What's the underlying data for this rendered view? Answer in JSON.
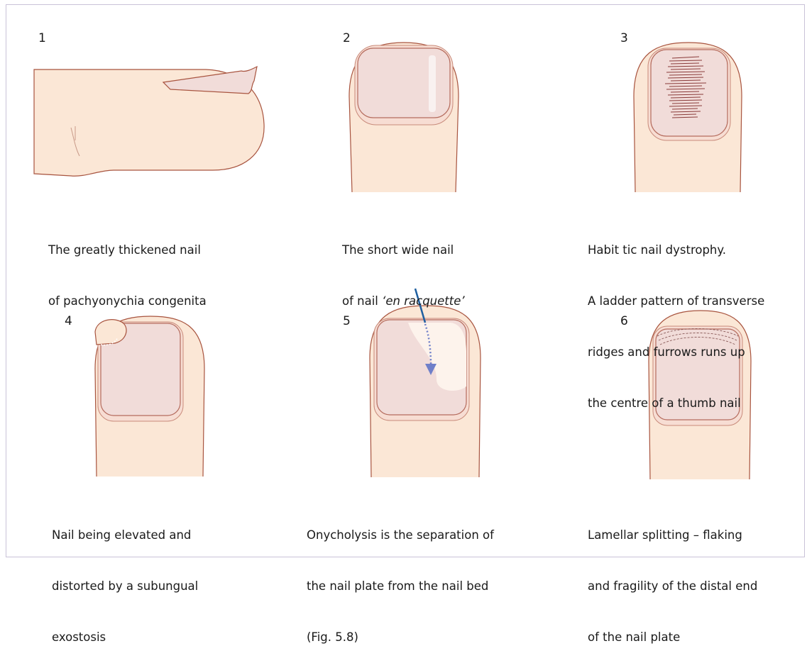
{
  "panels": [
    {
      "number": "1",
      "caption": [
        "The greatly thickened nail",
        "of pachyonychia congenita"
      ]
    },
    {
      "number": "2",
      "caption_line1": "The short wide nail",
      "caption_line2_prefix": "of nail ",
      "caption_line2_italic": "‘en racquette’"
    },
    {
      "number": "3",
      "caption": [
        "Habit tic nail dystrophy.",
        "A ladder pattern of transverse",
        "ridges and furrows runs up",
        "the centre of a thumb nail"
      ]
    },
    {
      "number": "4",
      "caption": [
        "Nail being elevated and",
        "distorted by a subungual",
        "exostosis"
      ]
    },
    {
      "number": "5",
      "caption": [
        "Onycholysis is the separation of",
        "the nail plate from the nail bed",
        "(Fig. 5.8)"
      ]
    },
    {
      "number": "6",
      "caption": [
        "Lamellar splitting – flaking",
        "and fragility of the distal end",
        "of the nail plate"
      ]
    }
  ],
  "colors": {
    "skin": "#fbe7d6",
    "skin_outline": "#a8543f",
    "nail": "#f1dcd9",
    "nail_outline": "#b56c5e",
    "arrow_solid": "#1f5fa0",
    "arrow_dotted": "#6f7fc9",
    "frame": "#c9c2d8"
  }
}
